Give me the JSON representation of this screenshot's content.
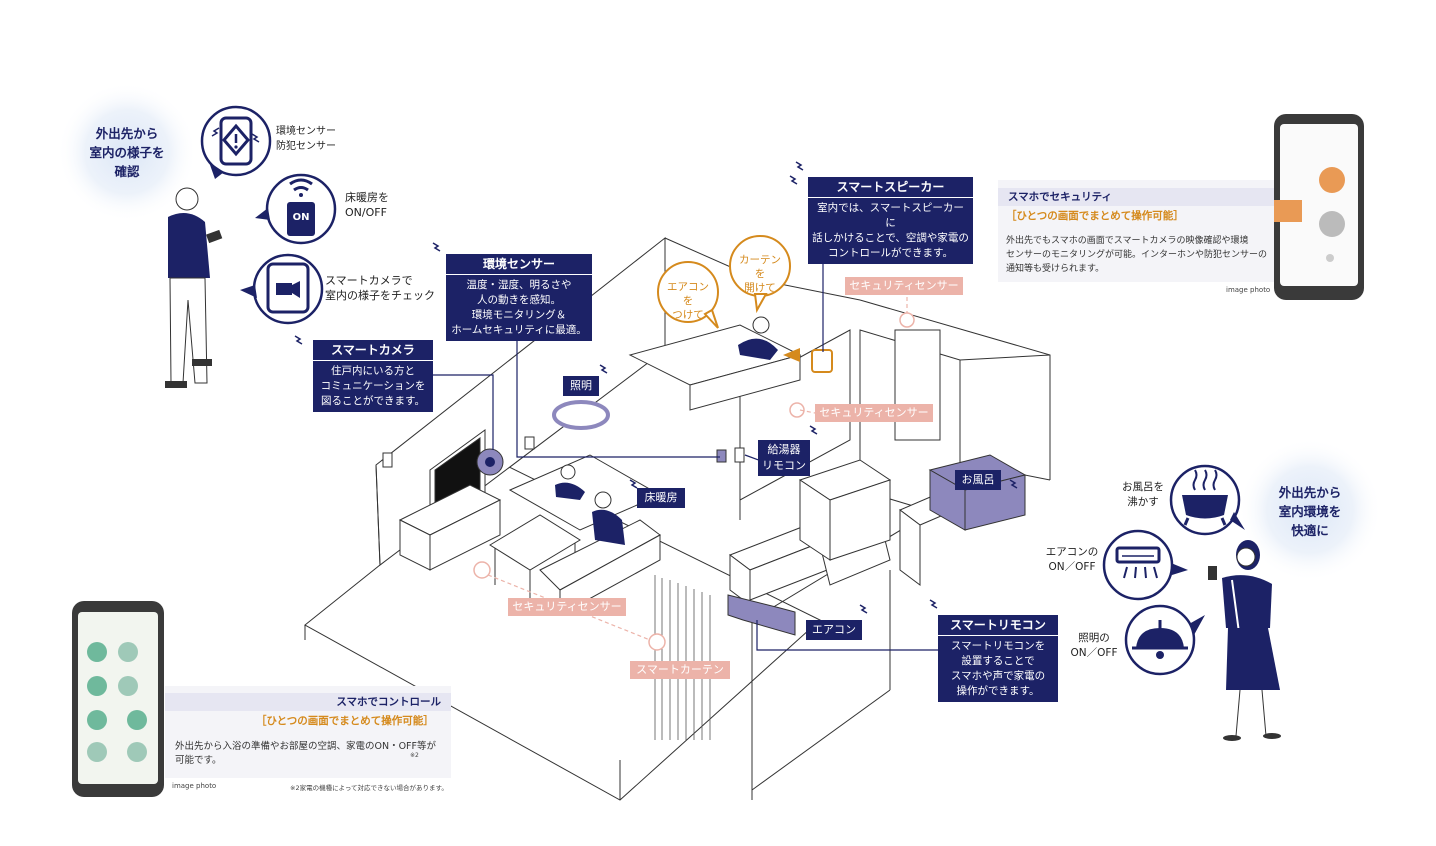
{
  "colors": {
    "navy": "#1c2266",
    "pink": "#ecb3a9",
    "orange": "#d58a1d",
    "purple": "#8d88bd"
  },
  "left_callout": {
    "line1": "外出先から",
    "line2": "室内の様子を",
    "line3": "確認"
  },
  "right_callout": {
    "line1": "外出先から",
    "line2": "室内環境を",
    "line3": "快適に"
  },
  "bubbles_left": [
    {
      "icon": "phone-sensor-icon",
      "line1": "環境センサー",
      "line2": "防犯センサー"
    },
    {
      "icon": "wifi-switch-icon",
      "line1": "床暖房を",
      "line2": "ON/OFF",
      "badge": "ON"
    },
    {
      "icon": "phone-camera-icon",
      "line1": "スマートカメラで",
      "line2": "室内の様子をチェック"
    }
  ],
  "bubbles_right": [
    {
      "icon": "bathtub-icon",
      "line1": "お風呂を",
      "line2": "沸かす"
    },
    {
      "icon": "air-conditioner-icon",
      "line1": "エアコンの",
      "line2": "ON／OFF"
    },
    {
      "icon": "ceiling-lamp-icon",
      "line1": "照明の",
      "line2": "ON／OFF"
    }
  ],
  "smart_camera": {
    "title": "スマートカメラ",
    "lines": [
      "住戸内にいる方と",
      "コミュニケーションを",
      "図ることができます。"
    ]
  },
  "env_sensor": {
    "title": "環境センサー",
    "lines": [
      "温度・湿度、明るさや",
      "人の動きを感知。",
      "環境モニタリング＆",
      "ホームセキュリティに最適。"
    ]
  },
  "smart_speaker": {
    "title": "スマートスピーカー",
    "lines": [
      "室内では、スマートスピーカーに",
      "話しかけることで、空調や家電の",
      "コントロールができます。"
    ]
  },
  "smart_remote": {
    "title": "スマートリモコン",
    "lines": [
      "スマートリモコンを",
      "設置することで",
      "スマホや声で家電の",
      "操作ができます。"
    ]
  },
  "voice_bubbles": [
    {
      "line1": "エアコンを",
      "line2": "つけて"
    },
    {
      "line1": "カーテンを",
      "line2": "開けて"
    }
  ],
  "tags": {
    "lighting": "照明",
    "floor_heating": "床暖房",
    "water_heater_l1": "給湯器",
    "water_heater_l2": "リモコン",
    "bath": "お風呂",
    "aircon": "エアコン",
    "security_sensor": "セキュリティセンサー",
    "smart_curtain": "スマートカーテン"
  },
  "security_panel": {
    "title": "スマホでセキュリティ",
    "subtitle": "［ひとつの画面でまとめて操作可能］",
    "body_line1": "外出先でもスマホの画面でスマートカメラの映像確認や環境",
    "body_line2": "センサーのモニタリングが可能。インターホンや防犯センサーの",
    "body_line3": "通知等も受けられます。",
    "caption": "image photo"
  },
  "control_panel": {
    "title": "スマホでコントロール",
    "subtitle": "［ひとつの画面でまとめて操作可能］",
    "body_line1": "外出先から入浴の準備やお部屋の空調、家電のON・OFF等が",
    "body_line2": "可能です。",
    "note_mark": "※2",
    "caption": "image photo",
    "footnote": "※2家電の機種によって対応できない場合があります。"
  }
}
